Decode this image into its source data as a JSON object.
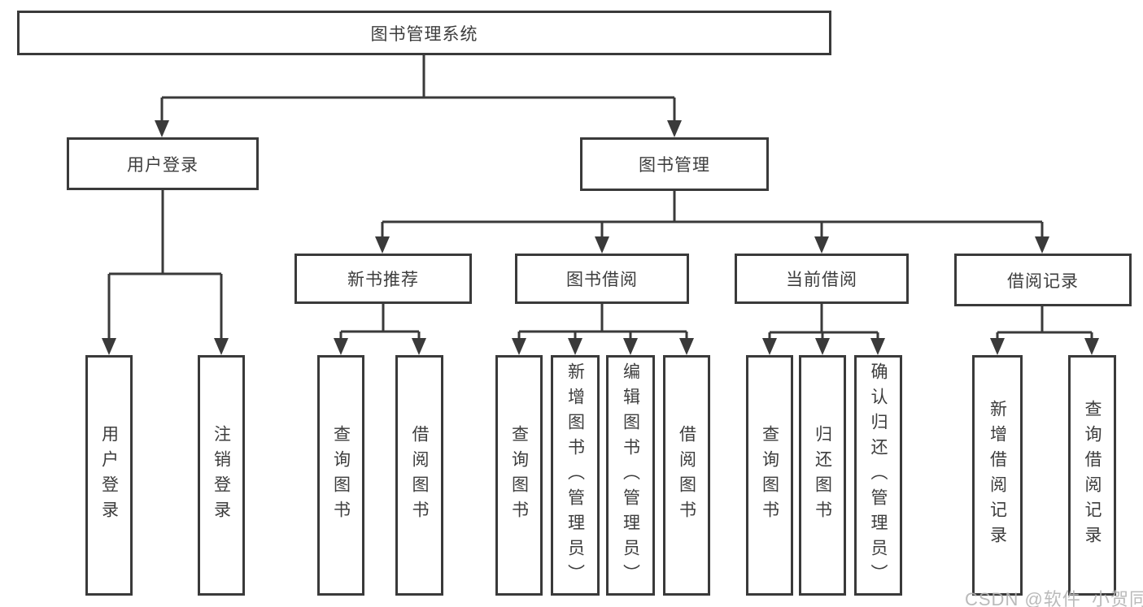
{
  "tree": {
    "label": "图书管理系统",
    "children": [
      {
        "label": "用户登录",
        "children": [
          {
            "label": "用户登录"
          },
          {
            "label": "注销登录"
          }
        ]
      },
      {
        "label": "图书管理",
        "children": [
          {
            "label": "新书推荐",
            "children": [
              {
                "label": "查询图书"
              },
              {
                "label": "借阅图书"
              }
            ]
          },
          {
            "label": "图书借阅",
            "children": [
              {
                "label": "查询图书"
              },
              {
                "label": "新增图书（管理员）"
              },
              {
                "label": "编辑图书（管理员）"
              },
              {
                "label": "借阅图书"
              }
            ]
          },
          {
            "label": "当前借阅",
            "children": [
              {
                "label": "查询图书"
              },
              {
                "label": "归还图书"
              },
              {
                "label": "确认归还（管理员）"
              }
            ]
          },
          {
            "label": "借阅记录",
            "children": [
              {
                "label": "新增借阅记录"
              },
              {
                "label": "查询借阅记录"
              }
            ]
          }
        ]
      }
    ]
  },
  "watermark": {
    "text": "CSDN @软件_小贺同学"
  },
  "colors": {
    "line": "#3a3a3a",
    "text": "#3d3d3d",
    "background": "#ffffff",
    "watermark": "#b3b3b3"
  }
}
